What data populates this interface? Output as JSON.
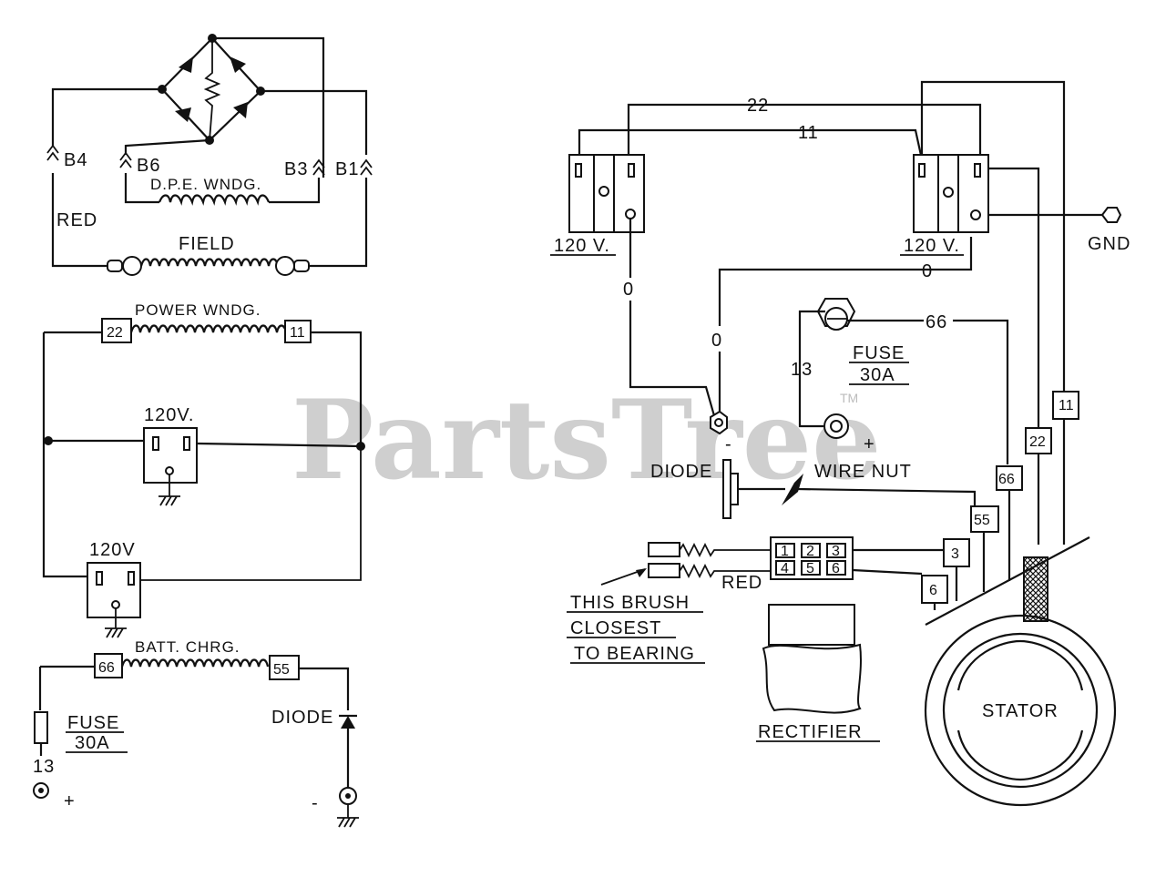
{
  "watermark": {
    "brand": "PartsTree",
    "tm": "TM"
  },
  "left": {
    "field_circuit": {
      "brushes": [
        "B4",
        "B6",
        "B3",
        "B1"
      ],
      "dpe_winding": "D.P.E. WNDG.",
      "red": "RED",
      "field": "FIELD"
    },
    "power": {
      "title": "POWER WNDG.",
      "tag_a": "22",
      "tag_b": "11",
      "outlet_1": "120V.",
      "outlet_2": "120V"
    },
    "battery": {
      "title": "BATT. CHRG.",
      "tag_a": "66",
      "tag_b": "55",
      "fuse": "FUSE",
      "fuse_rating": "30A",
      "wire": "13",
      "plus": "+",
      "diode": "DIODE",
      "minus": "-"
    }
  },
  "right": {
    "wires": {
      "w22": "22",
      "w11": "11",
      "w0a": "0",
      "w0b": "0",
      "w0c": "0",
      "w66": "66",
      "w13": "13"
    },
    "outlet_left": "120 V.",
    "outlet_right": "120 V.",
    "gnd": "GND",
    "fuse": "FUSE",
    "fuse_rating": "30A",
    "minus": "-",
    "plus": "+",
    "diode": "DIODE",
    "wire_nut": "WIRE NUT",
    "tags": [
      "66",
      "55",
      "22",
      "11",
      "3",
      "6"
    ],
    "terminal_numbers": [
      "1",
      "2",
      "3",
      "4",
      "5",
      "6"
    ],
    "red": "RED",
    "brush_note": [
      "THIS BRUSH",
      "CLOSEST",
      "TO BEARING"
    ],
    "rectifier": "RECTIFIER",
    "stator": "STATOR"
  }
}
